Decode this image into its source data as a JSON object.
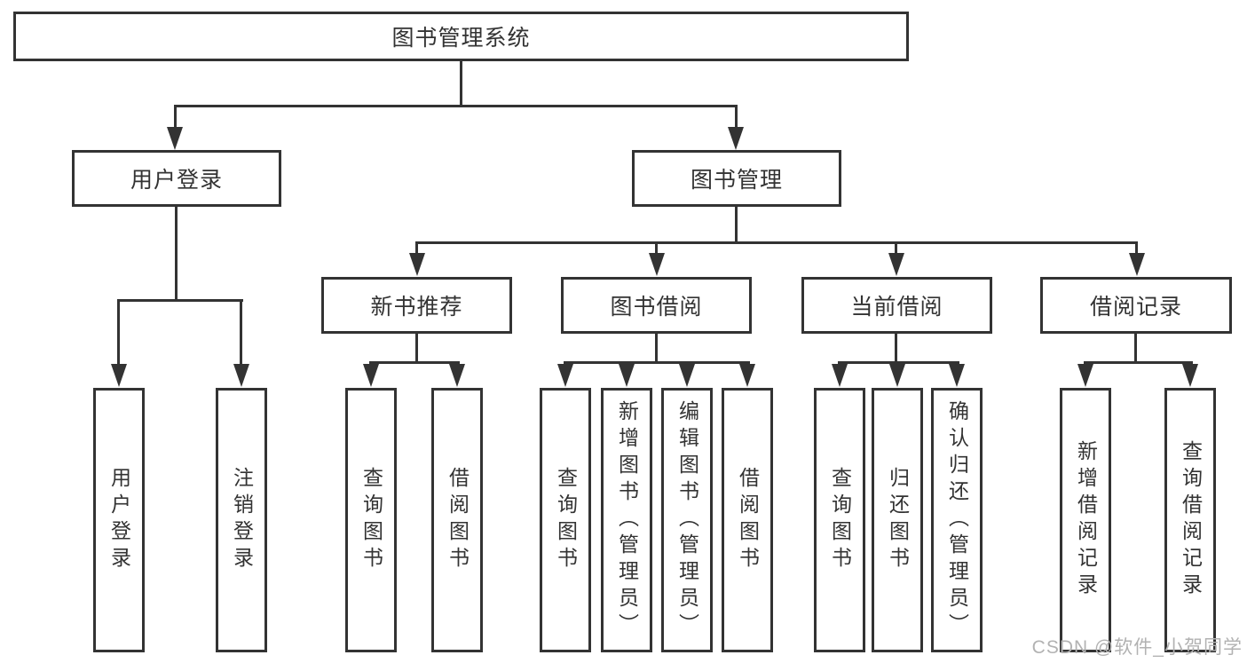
{
  "title": "图书管理系统",
  "nodes": {
    "root": "图书管理系统",
    "user_login": "用户登录",
    "book_management": "图书管理",
    "new_book_recommend": "新书推荐",
    "book_borrowing": "图书借阅",
    "current_borrowing": "当前借阅",
    "borrowing_records": "借阅记录"
  },
  "leaves": [
    "用户登录",
    "注销登录",
    "查询图书",
    "借阅图书",
    "查询图书",
    "新增图书（管理员）",
    "编辑图书（管理员）",
    "借阅图书",
    "查询图书",
    "归还图书",
    "确认归还（管理员）",
    "新增借阅记录",
    "查询借阅记录"
  ],
  "watermark": "CSDN @软件_小贺同学",
  "colors": {
    "line": "#333333",
    "text": "#333333",
    "background": "#ffffff",
    "watermark": "#b2b2b2"
  }
}
